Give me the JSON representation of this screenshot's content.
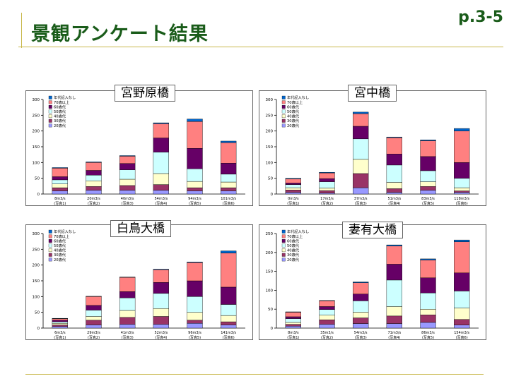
{
  "header": {
    "title": "景観アンケート結果",
    "page_number": "p.3-5"
  },
  "legend_labels": [
    "年代記入なし",
    "70歳以上",
    "60歳代",
    "50歳代",
    "40歳代",
    "30歳代",
    "20歳代"
  ],
  "colors": {
    "age20": "#9999ff",
    "age30": "#993366",
    "age40": "#ffffcc",
    "age50": "#ccffff",
    "age60": "#660066",
    "age70": "#ff8080",
    "none": "#0066cc",
    "accent": "#1a5c1a",
    "rule": "#c8b84a"
  },
  "chart_data": [
    {
      "type": "bar",
      "stacked": true,
      "title": "宮野原橋",
      "categories": [
        "8m3/s(写真1)",
        "20m3/s(写真2)",
        "40m3/s(写真3)",
        "54m3/s(写真4)",
        "94m3/s(写真5)",
        "101m3/s(写真6)"
      ],
      "ylim": [
        0,
        300
      ],
      "yticks": [
        0,
        50,
        100,
        150,
        200,
        250,
        300
      ],
      "series": [
        {
          "name": "20歳代",
          "values": [
            10,
            12,
            12,
            12,
            10,
            10
          ]
        },
        {
          "name": "30歳代",
          "values": [
            10,
            12,
            15,
            18,
            10,
            10
          ]
        },
        {
          "name": "40歳代",
          "values": [
            12,
            18,
            20,
            35,
            20,
            18
          ]
        },
        {
          "name": "50歳代",
          "values": [
            13,
            18,
            30,
            68,
            40,
            25
          ]
        },
        {
          "name": "60歳代",
          "values": [
            10,
            15,
            20,
            45,
            65,
            35
          ]
        },
        {
          "name": "70歳以上",
          "values": [
            27,
            25,
            23,
            45,
            85,
            65
          ]
        },
        {
          "name": "年代記入なし",
          "values": [
            2,
            2,
            2,
            3,
            8,
            5
          ]
        }
      ]
    },
    {
      "type": "bar",
      "stacked": true,
      "title": "宮中橋",
      "categories": [
        "0m3/s(写真1)",
        "17m3/s(写真2)",
        "37m3/s(写真3)",
        "51m3/s(写真4)",
        "83m3/s(写真5)",
        "118m3/s(写真6)"
      ],
      "ylim": [
        0,
        300
      ],
      "yticks": [
        0,
        50,
        100,
        150,
        200,
        250,
        300
      ],
      "series": [
        {
          "name": "20歳代",
          "values": [
            5,
            3,
            20,
            5,
            12,
            5
          ]
        },
        {
          "name": "30歳代",
          "values": [
            8,
            8,
            45,
            12,
            12,
            5
          ]
        },
        {
          "name": "40歳代",
          "values": [
            7,
            8,
            45,
            20,
            15,
            10
          ]
        },
        {
          "name": "50歳代",
          "values": [
            10,
            20,
            65,
            55,
            35,
            30
          ]
        },
        {
          "name": "60歳代",
          "values": [
            5,
            10,
            40,
            35,
            45,
            50
          ]
        },
        {
          "name": "70歳以上",
          "values": [
            13,
            18,
            40,
            52,
            50,
            100
          ]
        },
        {
          "name": "年代記入なし",
          "values": [
            2,
            2,
            5,
            2,
            3,
            8
          ]
        }
      ]
    },
    {
      "type": "bar",
      "stacked": true,
      "title": "白鳥大橋",
      "categories": [
        "6m3/s(写真1)",
        "29m3/s(写真2)",
        "41m3/s(写真3)",
        "52m3/s(写真4)",
        "96m3/s(写真5)",
        "141m3/s(写真6)"
      ],
      "ylim": [
        0,
        300
      ],
      "yticks": [
        0,
        50,
        100,
        150,
        200,
        250,
        300
      ],
      "series": [
        {
          "name": "20歳代",
          "values": [
            5,
            10,
            12,
            12,
            15,
            10
          ]
        },
        {
          "name": "30歳代",
          "values": [
            5,
            15,
            22,
            25,
            10,
            10
          ]
        },
        {
          "name": "40歳代",
          "values": [
            5,
            12,
            22,
            25,
            25,
            20
          ]
        },
        {
          "name": "50歳代",
          "values": [
            5,
            20,
            40,
            48,
            50,
            35
          ]
        },
        {
          "name": "60歳代",
          "values": [
            5,
            15,
            20,
            35,
            50,
            55
          ]
        },
        {
          "name": "70歳以上",
          "values": [
            5,
            28,
            45,
            40,
            58,
            108
          ]
        },
        {
          "name": "年代記入なし",
          "values": [
            1,
            1,
            1,
            2,
            2,
            7
          ]
        }
      ]
    },
    {
      "type": "bar",
      "stacked": true,
      "title": "妻有大橋",
      "categories": [
        "8m3/s(写真1)",
        "35m3/s(写真2)",
        "54m3/s(写真3)",
        "71m3/s(写真4)",
        "86m3/s(写真5)",
        "154m3/s(写真6)"
      ],
      "ylim": [
        0,
        250
      ],
      "yticks": [
        0,
        50,
        100,
        150,
        200,
        250
      ],
      "series": [
        {
          "name": "20歳代",
          "values": [
            5,
            10,
            12,
            12,
            15,
            8
          ]
        },
        {
          "name": "30歳代",
          "values": [
            5,
            12,
            15,
            20,
            20,
            15
          ]
        },
        {
          "name": "40歳代",
          "values": [
            5,
            12,
            15,
            25,
            15,
            30
          ]
        },
        {
          "name": "50歳代",
          "values": [
            10,
            15,
            30,
            70,
            43,
            45
          ]
        },
        {
          "name": "60歳代",
          "values": [
            5,
            8,
            18,
            42,
            40,
            48
          ]
        },
        {
          "name": "70歳以上",
          "values": [
            12,
            15,
            30,
            48,
            47,
            82
          ]
        },
        {
          "name": "年代記入なし",
          "values": [
            1,
            1,
            2,
            3,
            3,
            5
          ]
        }
      ]
    }
  ]
}
